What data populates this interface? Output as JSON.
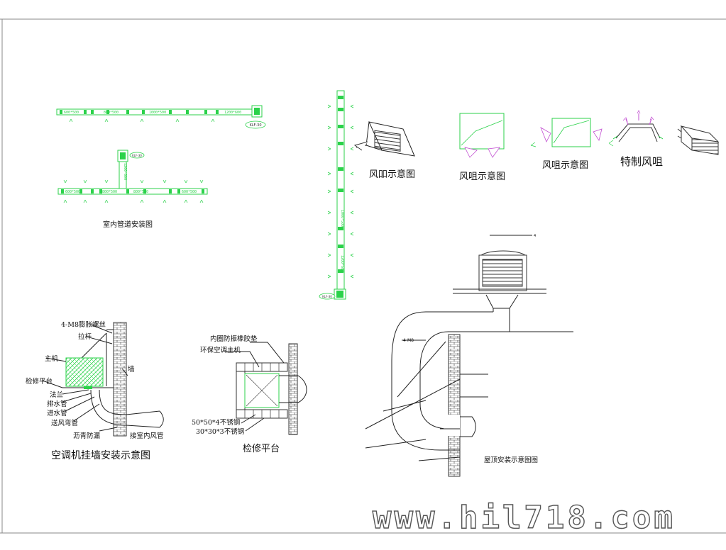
{
  "colors": {
    "duct": "#2bd24a",
    "line": "#222222",
    "vent": "#c24fd1",
    "background": "#ffffff"
  },
  "duct_plan": {
    "top_labels": [
      "600*500",
      "800*500",
      "1000*500",
      "1200*600"
    ],
    "unit_tag": "KLF-30",
    "bottom_unit_tag": "KLF-30",
    "riser_label": "1200*600",
    "bottom_labels": [
      "600*500",
      "800*500",
      "800*500",
      "600*500"
    ],
    "caption": "室内管道安装图"
  },
  "vertical_duct": {
    "labels": [
      "1000*500",
      "1200*600"
    ],
    "unit_tag": "KLF-30"
  },
  "vents": [
    {
      "caption": "风吅示意图"
    },
    {
      "caption": "风咀示意图"
    },
    {
      "caption": "风咀示意图"
    },
    {
      "caption": "特制风咀"
    }
  ],
  "wall_mount": {
    "labels": {
      "bolts": "4-M8膨胀螺丝",
      "rod": "拉杆",
      "host": "主机",
      "wall": "墙",
      "platform": "检修平台",
      "flange": "法兰",
      "drain": "排水管",
      "inlet": "进水管",
      "elbow": "送风弯管",
      "seal": "沥青防漏",
      "indoor": "接室内风管"
    },
    "caption": "空调机挂墙安装示意图"
  },
  "platform": {
    "labels": {
      "gasket": "内圈防振橡胶垫",
      "unit": "环保空调主机",
      "steel_a": "50*50*4不锈钢",
      "steel_b": "30*30*3不锈钢"
    },
    "caption": "检修平台"
  },
  "roof": {
    "bolt_label": "4-M8",
    "top_mark": "4",
    "caption": "屋顶安装示意图图"
  },
  "watermark": "www.hil718.com"
}
